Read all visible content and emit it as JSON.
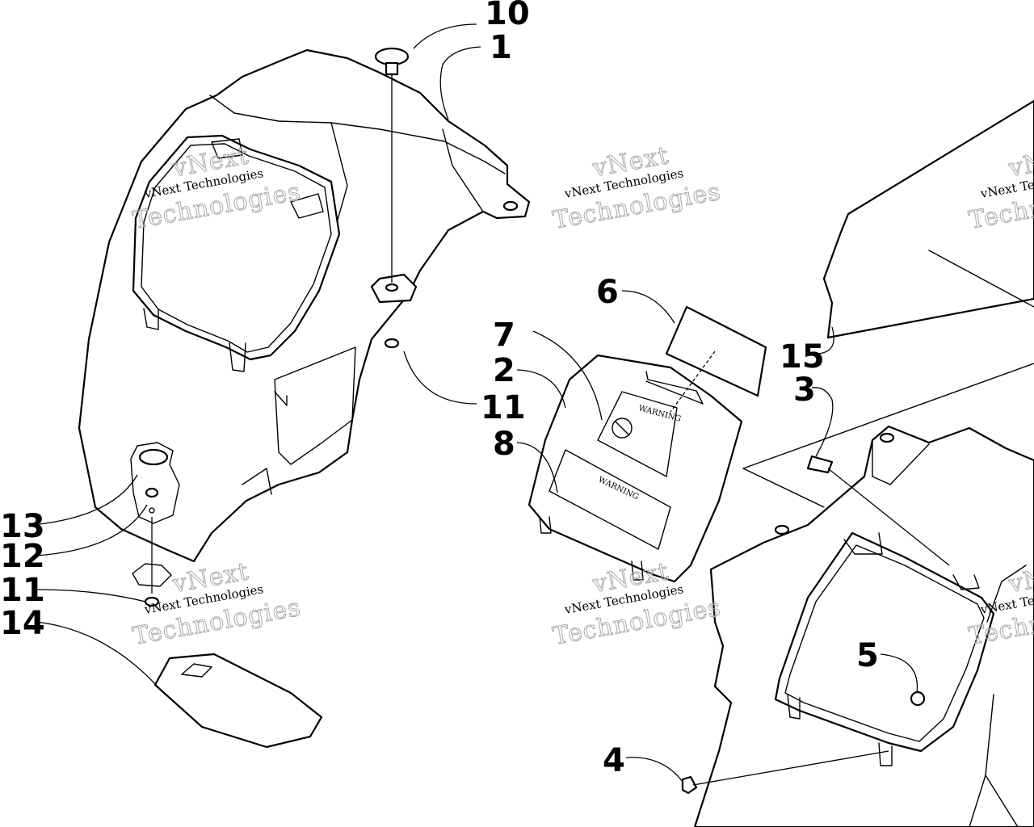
{
  "callouts": {
    "c1": "1",
    "c2": "2",
    "c3": "3",
    "c4": "4",
    "c5": "5",
    "c6": "6",
    "c7": "7",
    "c8": "8",
    "c10": "10",
    "c11a": "11",
    "c11b": "11",
    "c12": "12",
    "c13": "13",
    "c14": "14",
    "c15": "15"
  },
  "watermark": {
    "brand": "vNext Technologies",
    "brand_short": "vNext",
    "word": "Technologies"
  },
  "label_warning_top": "WARNING",
  "label_warning_bottom": "WARNING"
}
